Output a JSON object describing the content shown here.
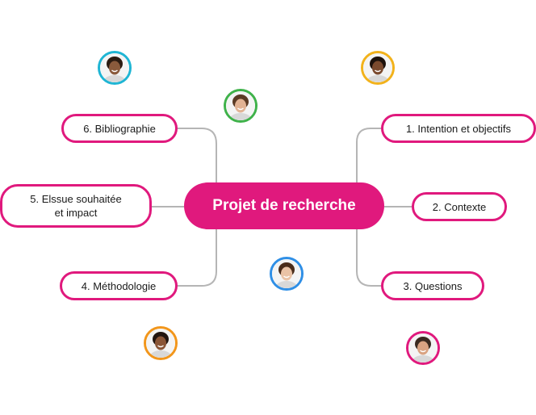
{
  "mindmap": {
    "center": {
      "label": "Projet de recherche",
      "color": "#e0197d"
    },
    "branches": [
      {
        "label": "1. Intention et objectifs"
      },
      {
        "label": "2. Contexte"
      },
      {
        "label": "3. Questions"
      },
      {
        "label": "4. Méthodologie"
      },
      {
        "label": "5. Elssue souhaitée\net impact"
      },
      {
        "label": "6. Bibliographie"
      }
    ],
    "node_border_color": "#e0197d",
    "connector_color": "#b5b5b5",
    "avatars": [
      {
        "name": "avatar-man-curly",
        "ring": "#1fb5d4",
        "skin": "#8a5a3c",
        "hair": "#2b1b12"
      },
      {
        "name": "avatar-woman-curly-top",
        "ring": "#f2b21b",
        "skin": "#7b4a2e",
        "hair": "#1e120c"
      },
      {
        "name": "avatar-man-smiling",
        "ring": "#3fb24a",
        "skin": "#e2b394",
        "hair": "#5b3a24"
      },
      {
        "name": "avatar-woman-long-hair",
        "ring": "#2f8fe6",
        "skin": "#eac3a6",
        "hair": "#4a2c1a"
      },
      {
        "name": "avatar-woman-curly-bottom",
        "ring": "#f2961b",
        "skin": "#8a5536",
        "hair": "#221510"
      },
      {
        "name": "avatar-man-beard",
        "ring": "#e0197d",
        "skin": "#d9a382",
        "hair": "#3a2a20"
      }
    ]
  }
}
